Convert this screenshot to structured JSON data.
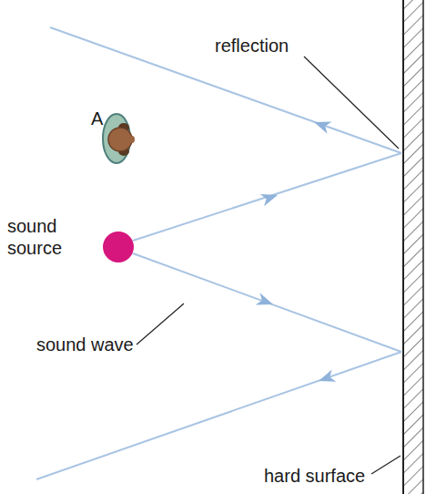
{
  "diagram": {
    "labels": [
      "reflection",
      "A",
      "sound source",
      "sound wave",
      "hard surface"
    ]
  }
}
